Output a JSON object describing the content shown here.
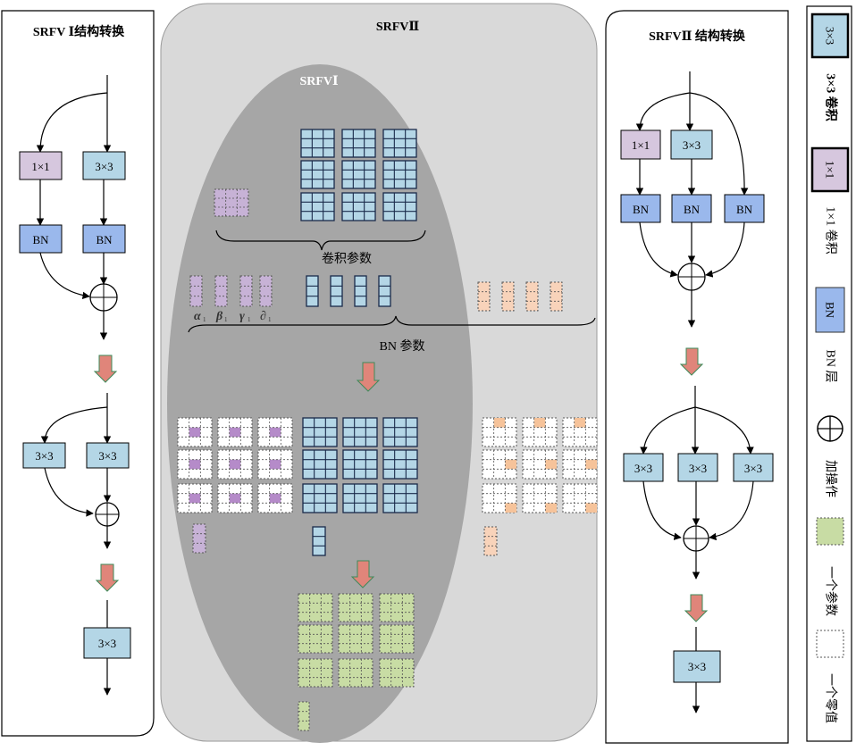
{
  "left_panel": {
    "title": "SRFV Ⅰ结构转换",
    "stage1": {
      "conv1x1": "1×1",
      "conv3x3": "3×3",
      "bn_a": "BN",
      "bn_b": "BN"
    },
    "stage2": {
      "conv_a": "3×3",
      "conv_b": "3×3"
    },
    "stage3": {
      "conv": "3×3"
    }
  },
  "center_panel": {
    "outer_title": "SRFVⅡ",
    "inner_title": "SRFVⅠ",
    "conv_params_label": "卷积参数",
    "bn_params_label": "BN 参数",
    "bn_symbols": [
      "α",
      "β",
      "γ",
      "∂"
    ],
    "bn_symbol_subscript": "1"
  },
  "right_panel": {
    "title": "SRFVⅡ 结构转换",
    "stage1": {
      "conv1x1": "1×1",
      "conv3x3": "3×3",
      "bn_a": "BN",
      "bn_b": "BN",
      "bn_c": "BN"
    },
    "stage2": {
      "conv_a": "3×3",
      "conv_b": "3×3",
      "conv_c": "3×3"
    },
    "stage3": {
      "conv": "3×3"
    }
  },
  "legend": {
    "conv3x3_box": "3×3",
    "conv3x3_desc": "3×3 卷积",
    "conv1x1_box": "1×1",
    "conv1x1_desc": "1×1 卷积",
    "bn_box": "BN",
    "bn_desc": "BN 层",
    "add_desc": "加操作",
    "param_desc": "一个参数",
    "zero_desc": "一个零值"
  },
  "colors": {
    "conv3x3": "#b4d6e6",
    "conv1x1": "#d6c7de",
    "bn": "#9ab8ec",
    "param": "#c8dca4",
    "outer_gray": "#d9d9d9",
    "inner_gray": "#a6a6a6",
    "arrow_fill": "#e0857a",
    "arrow_stroke": "#3e8a5a",
    "purple_dash": "#c7b2d6",
    "purple_dot": "#b58bc9",
    "orange_dash": "#f8d3ba",
    "orange_dot": "#f6c39a",
    "dash_bg": "#fbf5f0"
  }
}
